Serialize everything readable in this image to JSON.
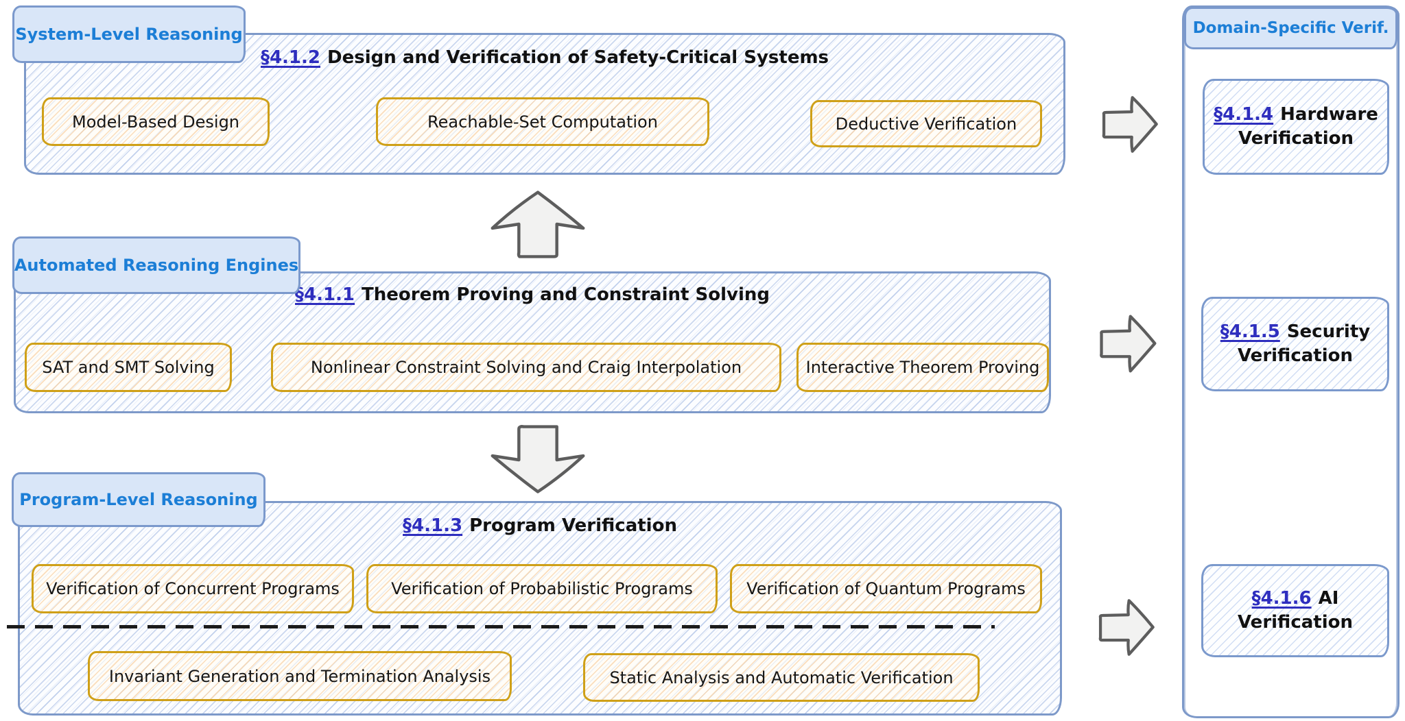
{
  "colors": {
    "accent_blue": "#1c7ed6",
    "link_indigo": "#2e2ebe",
    "panel_border": "#7d99c9",
    "topic_box_border": "#cfa018",
    "arrow_fill": "#f2f2f1",
    "arrow_stroke": "#5d5d5d"
  },
  "panels": {
    "system": {
      "tab": "System-Level Reasoning",
      "section": "§4.1.2",
      "title": "Design and Verification of Safety-Critical Systems",
      "boxes": [
        "Model-Based Design",
        "Reachable-Set Computation",
        "Deductive Verification"
      ]
    },
    "engines": {
      "tab": "Automated Reasoning Engines",
      "section": "§4.1.1",
      "title": "Theorem Proving and Constraint Solving",
      "boxes": [
        "SAT and SMT Solving",
        "Nonlinear Constraint Solving and Craig Interpolation",
        "Interactive Theorem Proving"
      ]
    },
    "program": {
      "tab": "Program-Level Reasoning",
      "section": "§4.1.3",
      "title": "Program Verification",
      "boxes_row1": [
        "Verification of Concurrent Programs",
        "Verification of Probabilistic Programs",
        "Verification of Quantum Programs"
      ],
      "boxes_row2": [
        "Invariant Generation and Termination Analysis",
        "Static Analysis and Automatic Verification"
      ]
    }
  },
  "domain_panel": {
    "tab": "Domain-Specific Verif.",
    "boxes": [
      {
        "section": "§4.1.4",
        "title": "Hardware Verification"
      },
      {
        "section": "§4.1.5",
        "title": "Security Verification"
      },
      {
        "section": "§4.1.6",
        "title": "AI Verification"
      }
    ]
  }
}
